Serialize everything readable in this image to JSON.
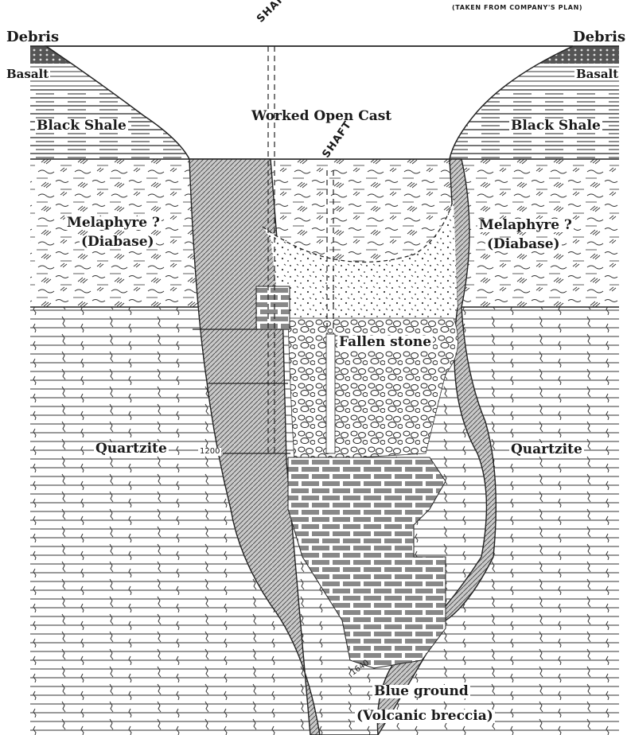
{
  "note": "(TAKEN FROM COMPANY'S PLAN)",
  "labels": {
    "debris_left": "Debris",
    "debris_right": "Debris",
    "basalt_left": "Basalt",
    "basalt_right": "Basalt",
    "shaft_left": "SHAFT",
    "shaft_center": "SHAFT",
    "black_shale_left": "Black Shale",
    "black_shale_right": "Black Shale",
    "open_cast": "Worked Open Cast",
    "melaphyre_left": "Melaphyre ?",
    "diabase_left": "(Diabase)",
    "melaphyre_right": "Melaphyre ?",
    "diabase_right": "(Diabase)",
    "fallen_stone": "Fallen stone",
    "quartzite_left": "Quartzite",
    "quartzite_right": "Quartzite",
    "level_1200": "1200",
    "level_1640": "1640",
    "blue_ground": "Blue ground",
    "volcanic_breccia": "(Volcanic breccia)"
  },
  "colors": {
    "ink": "#1a1a1a",
    "paper": "#ffffff"
  }
}
